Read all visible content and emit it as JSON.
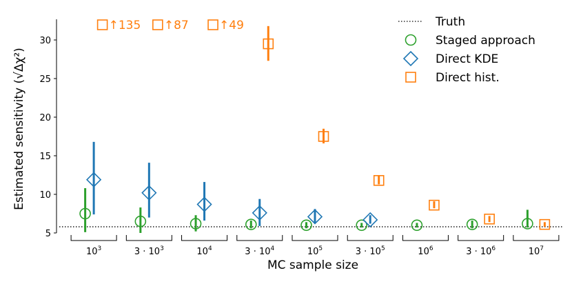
{
  "colors": {
    "staged": "#2ca02c",
    "kde": "#1f77b4",
    "hist": "#ff7f0e",
    "truth": "#000000"
  },
  "chart_data": {
    "type": "scatter",
    "xlabel": "MC sample size",
    "ylabel": "Estimated sensitivity (√Δχ²)",
    "ylim": [
      5,
      32.5
    ],
    "yticks": [
      5,
      10,
      15,
      20,
      25,
      30
    ],
    "categories": [
      {
        "base": "",
        "exp": "3"
      },
      {
        "base": "3 · ",
        "exp": "3"
      },
      {
        "base": "",
        "exp": "4"
      },
      {
        "base": "3 · ",
        "exp": "4"
      },
      {
        "base": "",
        "exp": "5"
      },
      {
        "base": "3 · ",
        "exp": "5"
      },
      {
        "base": "",
        "exp": "6"
      },
      {
        "base": "3 · ",
        "exp": "6"
      },
      {
        "base": "",
        "exp": "7"
      }
    ],
    "truth": 5.8,
    "legend": {
      "position": "top-right",
      "entries": [
        {
          "key": "truth",
          "label": "Truth",
          "marker": "dotted-line"
        },
        {
          "key": "staged",
          "label": "Staged approach",
          "marker": "circle"
        },
        {
          "key": "kde",
          "label": "Direct KDE",
          "marker": "diamond"
        },
        {
          "key": "hist",
          "label": "Direct hist.",
          "marker": "square"
        }
      ]
    },
    "series": [
      {
        "key": "staged",
        "marker": "circle",
        "offset": -1,
        "points": [
          {
            "cat": 0,
            "y": 7.5,
            "lo": 5.1,
            "hi": 10.8
          },
          {
            "cat": 1,
            "y": 6.5,
            "lo": 5.0,
            "hi": 8.3
          },
          {
            "cat": 2,
            "y": 6.2,
            "lo": 5.2,
            "hi": 7.3
          },
          {
            "cat": 3,
            "y": 6.1,
            "lo": 5.6,
            "hi": 6.6
          },
          {
            "cat": 4,
            "y": 6.0,
            "lo": 5.6,
            "hi": 6.4
          },
          {
            "cat": 5,
            "y": 6.0,
            "lo": 5.7,
            "hi": 6.3
          },
          {
            "cat": 6,
            "y": 6.0,
            "lo": 5.7,
            "hi": 6.3
          },
          {
            "cat": 7,
            "y": 6.1,
            "lo": 5.6,
            "hi": 6.6
          },
          {
            "cat": 8,
            "y": 6.2,
            "lo": 5.7,
            "hi": 8.0
          }
        ]
      },
      {
        "key": "kde",
        "marker": "diamond",
        "offset": 0,
        "points": [
          {
            "cat": 0,
            "y": 11.9,
            "lo": 7.4,
            "hi": 16.8
          },
          {
            "cat": 1,
            "y": 10.2,
            "lo": 7.0,
            "hi": 14.1
          },
          {
            "cat": 2,
            "y": 8.7,
            "lo": 6.6,
            "hi": 11.6
          },
          {
            "cat": 3,
            "y": 7.6,
            "lo": 5.9,
            "hi": 9.4
          },
          {
            "cat": 4,
            "y": 7.1,
            "lo": 6.3,
            "hi": 8.1
          },
          {
            "cat": 5,
            "y": 6.7,
            "lo": 6.2,
            "hi": 7.3
          }
        ]
      },
      {
        "key": "hist",
        "marker": "square",
        "offset": 1,
        "points": [
          {
            "cat": 3,
            "y": 29.5,
            "lo": 27.3,
            "hi": 31.8
          },
          {
            "cat": 4,
            "y": 17.5,
            "lo": 16.6,
            "hi": 18.5
          },
          {
            "cat": 5,
            "y": 11.8,
            "lo": 11.3,
            "hi": 12.4
          },
          {
            "cat": 6,
            "y": 8.6,
            "lo": 8.2,
            "hi": 9.1
          },
          {
            "cat": 7,
            "y": 6.8,
            "lo": 6.4,
            "hi": 7.2
          },
          {
            "cat": 8,
            "y": 6.1,
            "lo": 5.8,
            "hi": 6.4
          }
        ]
      }
    ],
    "offscale": [
      {
        "key": "hist",
        "cat": 0,
        "label": "↑135"
      },
      {
        "key": "hist",
        "cat": 1,
        "label": "↑87"
      },
      {
        "key": "hist",
        "cat": 2,
        "label": "↑49"
      }
    ]
  }
}
